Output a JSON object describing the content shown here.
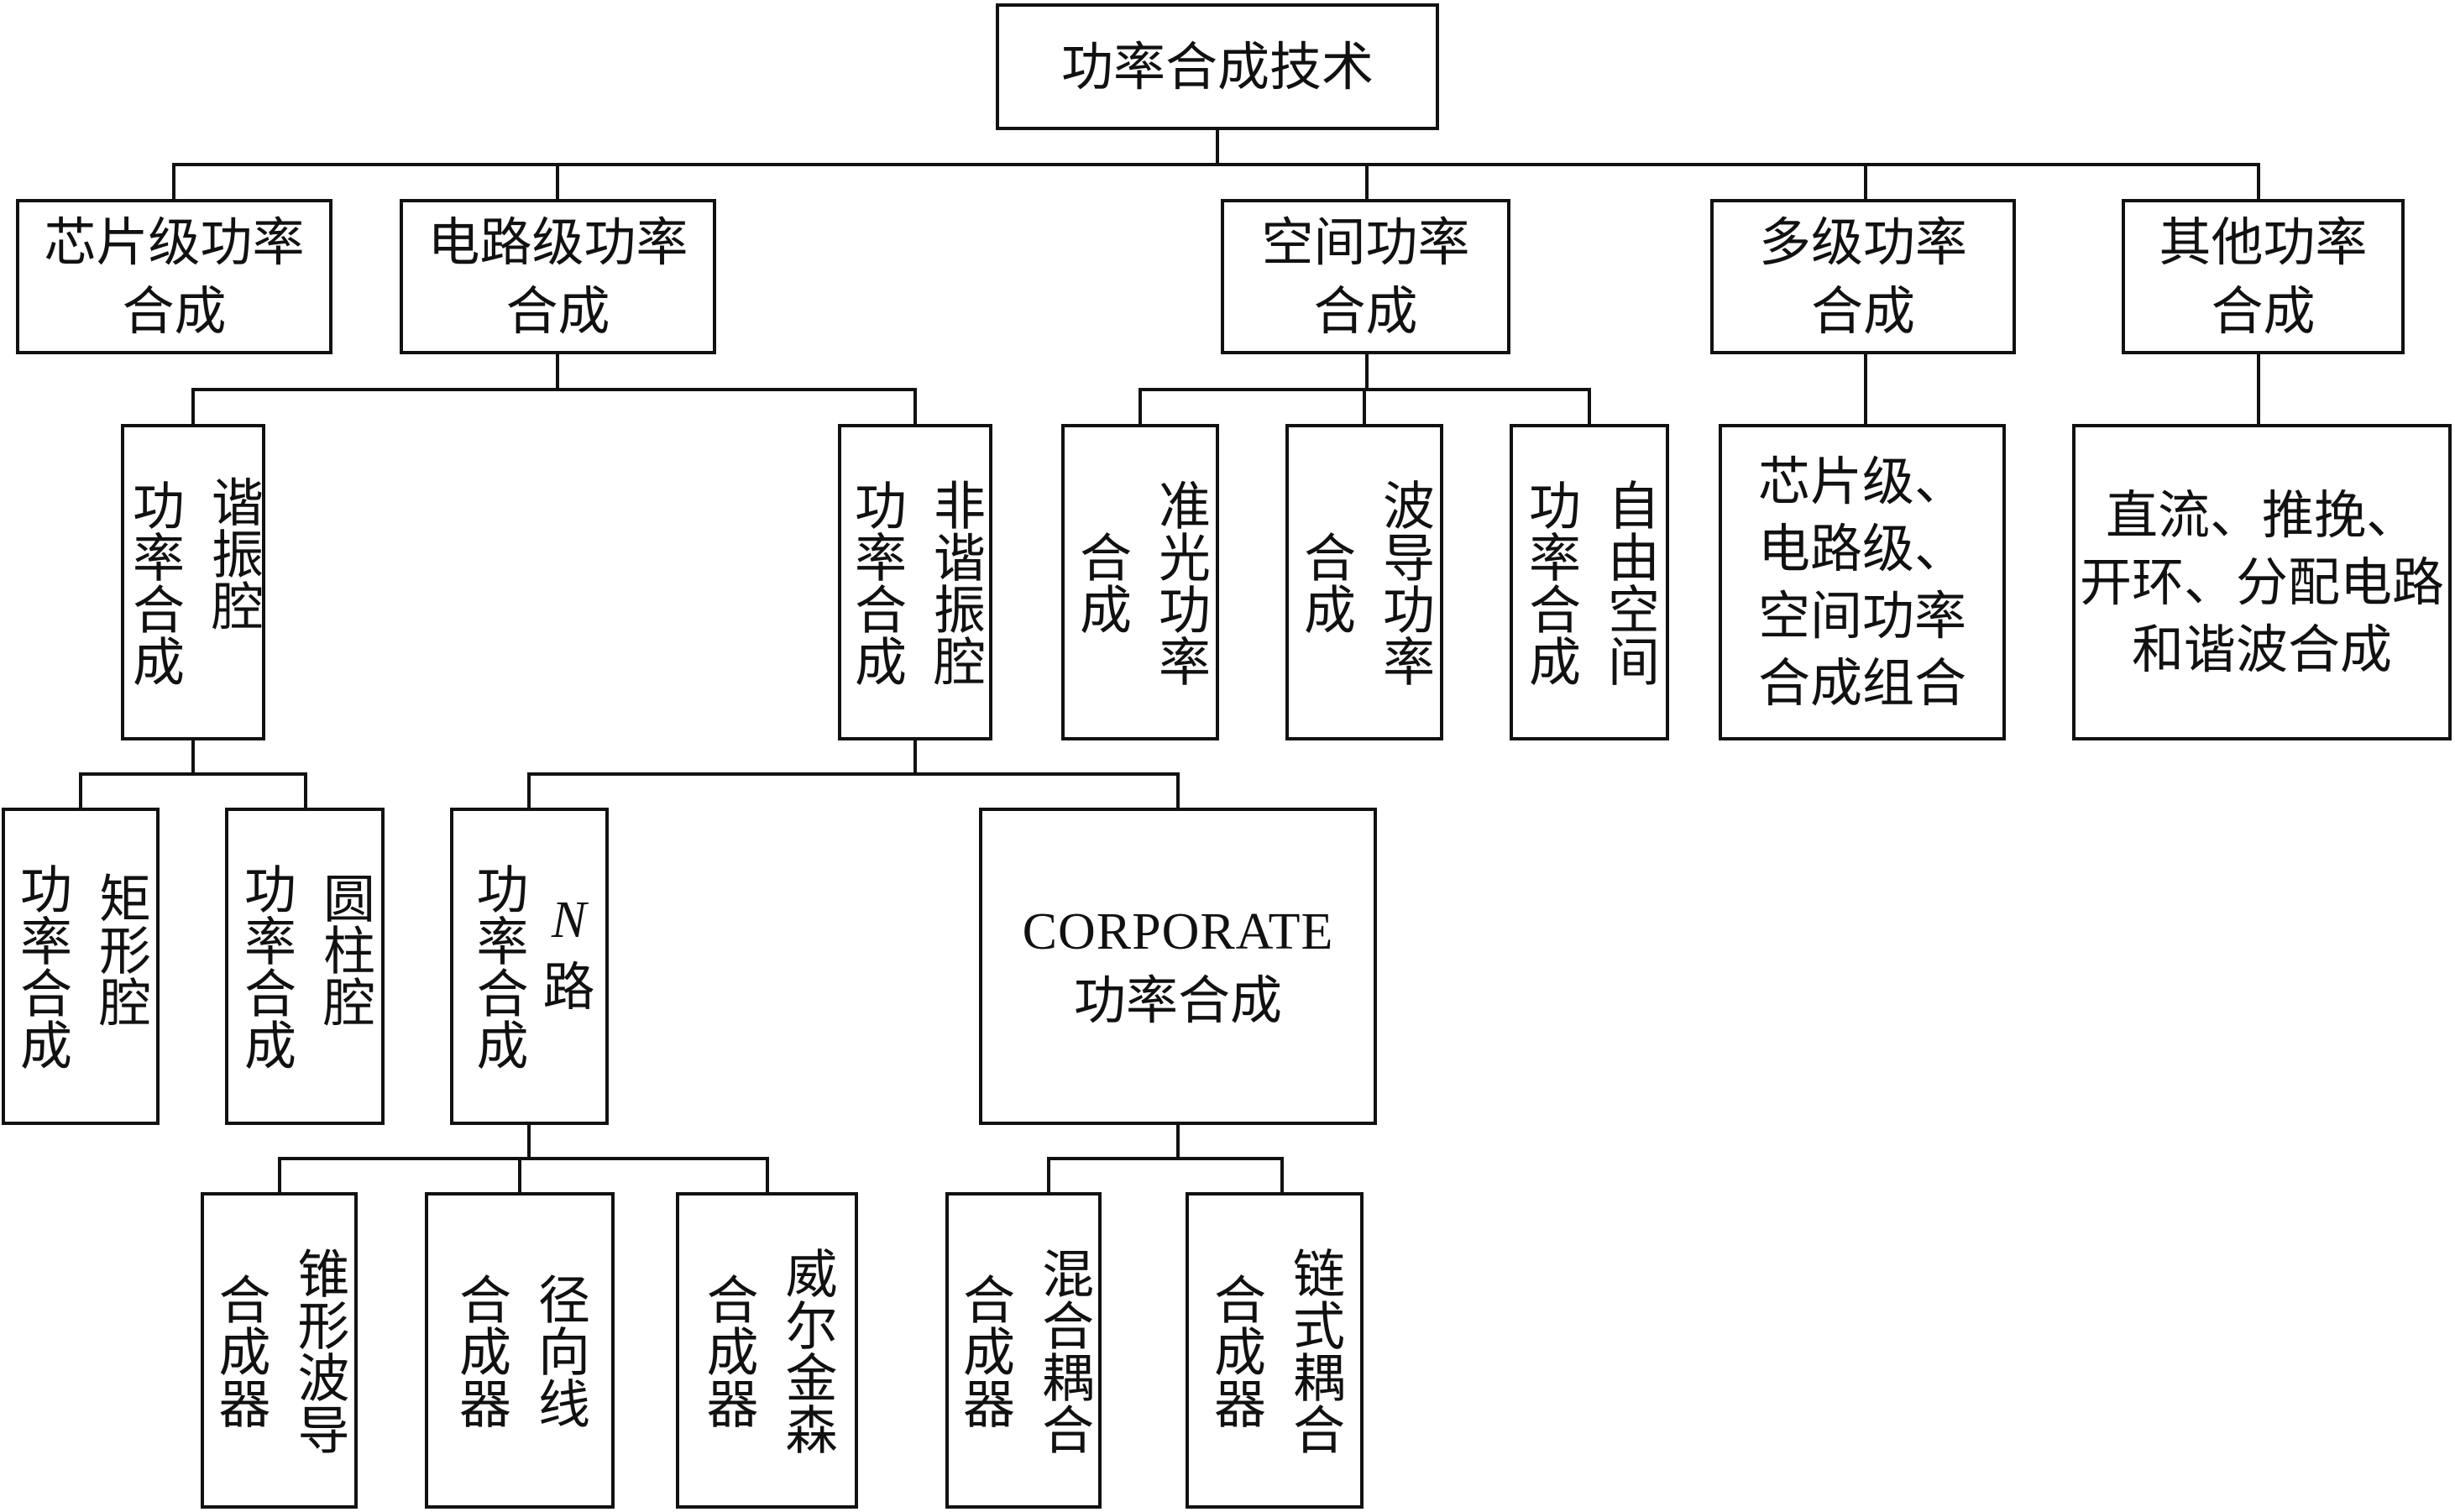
{
  "root": "功率合成技术",
  "level1": {
    "chip": [
      "芯片级功率",
      "合成"
    ],
    "circuit": [
      "电路级功率",
      "合成"
    ],
    "spatial": [
      "空间功率",
      "合成"
    ],
    "multilevel": [
      "多级功率",
      "合成"
    ],
    "other": [
      "其他功率",
      "合成"
    ]
  },
  "circuit_children": {
    "resonant": {
      "right": "谐振腔",
      "left": "功率合成"
    },
    "nonresonant": {
      "right": "非谐振腔",
      "left": "功率合成"
    }
  },
  "resonant_children": {
    "rect": {
      "right": "矩形腔",
      "left": "功率合成"
    },
    "cyl": {
      "right": "圆柱腔",
      "left": "功率合成"
    }
  },
  "nonresonant_children": {
    "npath": {
      "right_var": "N",
      "right_text": "路",
      "left": "功率合成"
    },
    "corporate": [
      "CORPORATE",
      "功率合成"
    ]
  },
  "npath_children": {
    "taper": {
      "right": "锥形波导",
      "left": "合成器"
    },
    "radial": {
      "right": "径向线",
      "left": "合成器"
    },
    "wilkinson": {
      "right": "威尔金森",
      "left": "合成器"
    }
  },
  "corporate_children": {
    "hybrid": {
      "right": "混合耦合",
      "left": "合成器"
    },
    "chain": {
      "right": "链式耦合",
      "left": "合成器"
    }
  },
  "spatial_children": {
    "quasi": {
      "right": "准光功率",
      "left": "合成"
    },
    "waveguide": {
      "right": "波导功率",
      "left": "合成"
    },
    "freespace": {
      "right": "自由空间",
      "left": "功率合成"
    }
  },
  "multilevel_child": [
    "芯片级、",
    "电路级、",
    "空间功率",
    "合成组合"
  ],
  "other_child": [
    "直流、推挽、",
    "开环、分配电路",
    "和谐波合成"
  ]
}
